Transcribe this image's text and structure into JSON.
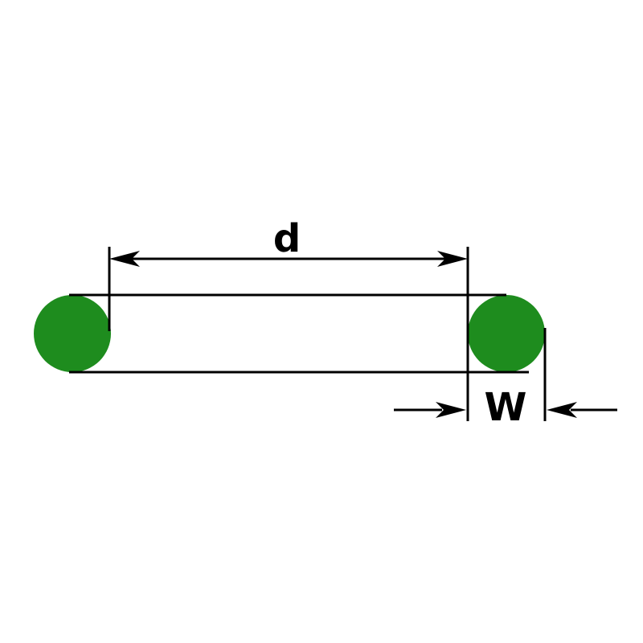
{
  "diagram": {
    "type": "technical-dimension-drawing",
    "subject": "o-ring side profile with inner diameter and cross-section width callouts",
    "labels": {
      "diameter": "d",
      "width": "W"
    },
    "colors": {
      "ring": "#1e8c1e",
      "line": "#000000",
      "background": "#ffffff"
    }
  }
}
